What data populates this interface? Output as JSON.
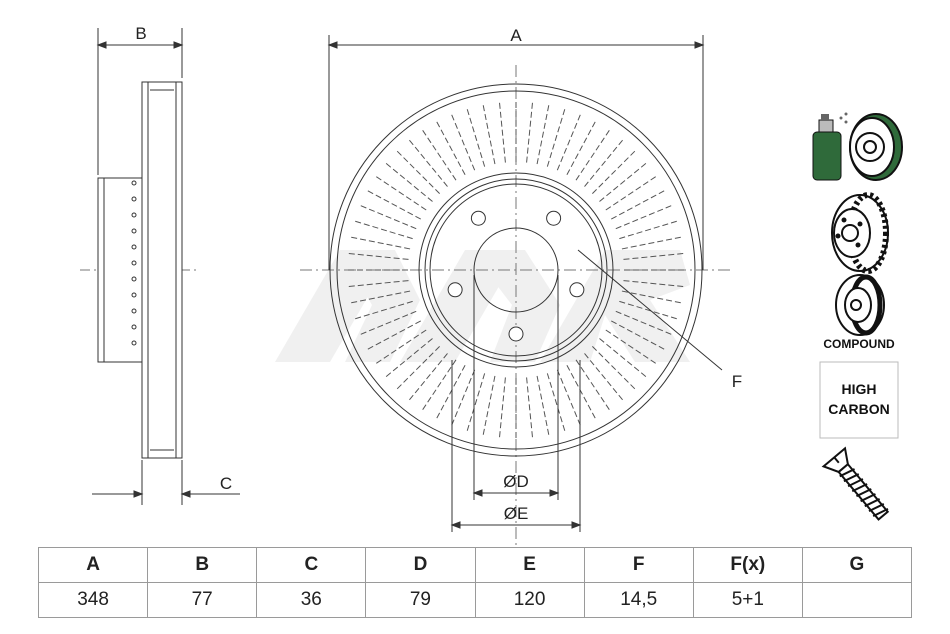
{
  "dimensions": {
    "a": "A",
    "b": "B",
    "c": "C",
    "d": "ØD",
    "e": "ØE",
    "f": "F"
  },
  "badges": {
    "compound": "COMPOUND",
    "high_carbon_line1": "HIGH",
    "high_carbon_line2": "CARBON"
  },
  "icons": [
    "coating-spray-icon",
    "vented-disc-icon",
    "compound-disc-icon",
    "high-carbon-badge",
    "bolt-screw-icon"
  ],
  "table": {
    "headers": [
      "A",
      "B",
      "C",
      "D",
      "E",
      "F",
      "F(x)",
      "G"
    ],
    "values": [
      "348",
      "77",
      "36",
      "79",
      "120",
      "14,5",
      "5+1",
      ""
    ]
  }
}
